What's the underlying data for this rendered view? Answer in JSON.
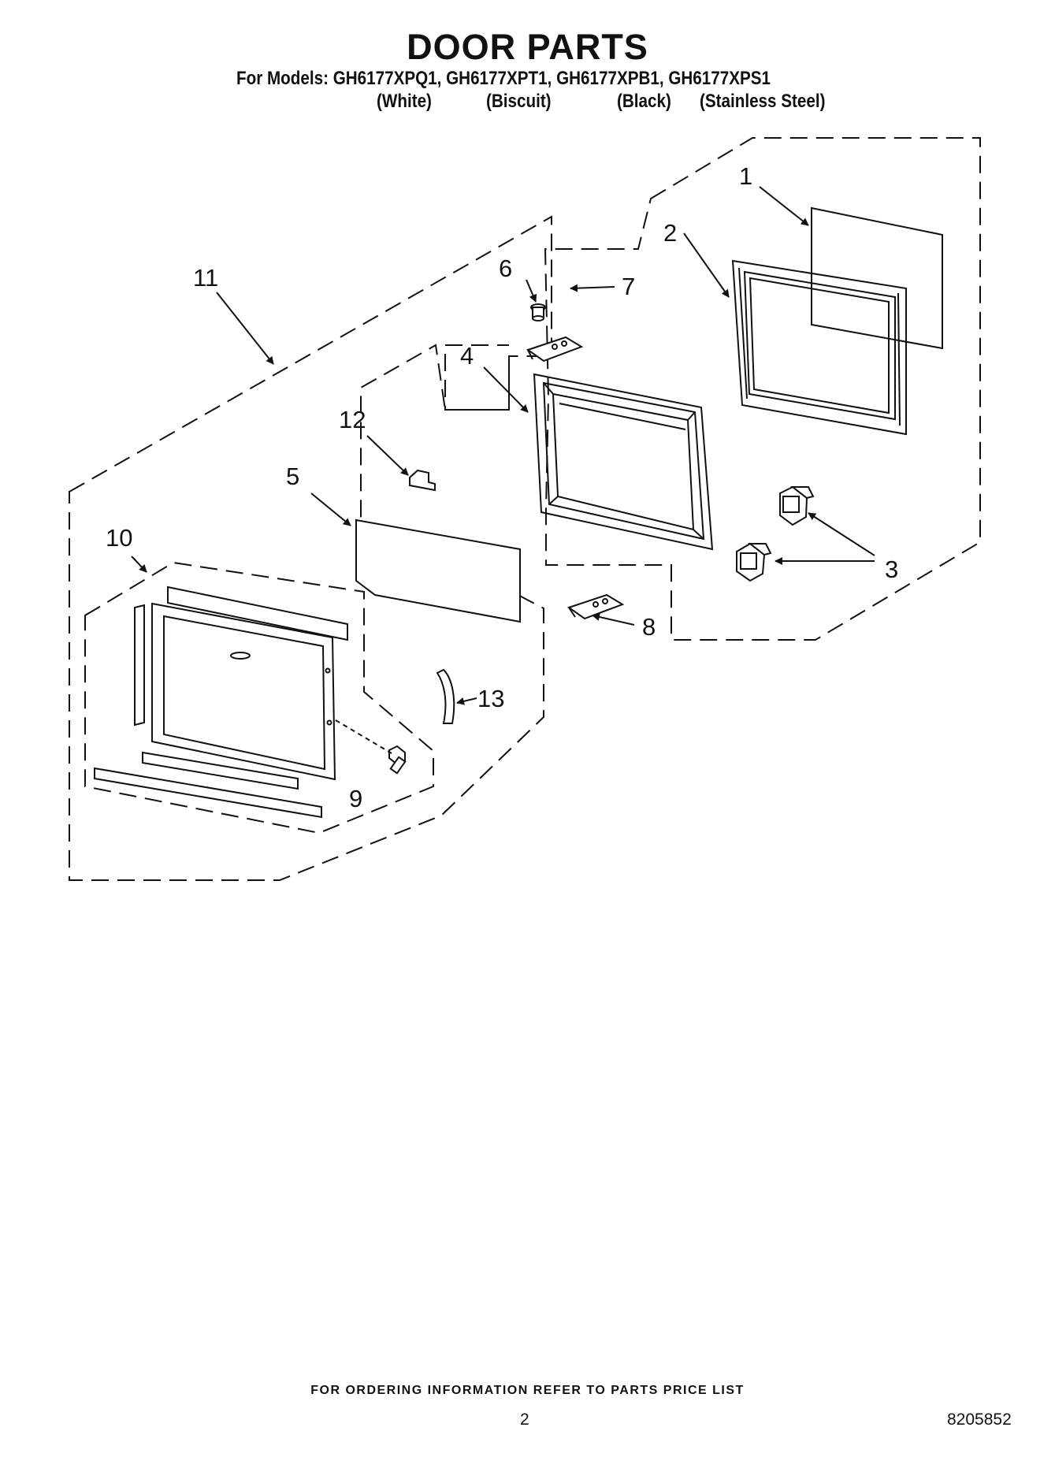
{
  "title": "DOOR PARTS",
  "models_line": "For Models: GH6177XPQ1, GH6177XPT1, GH6177XPB1, GH6177XPS1",
  "colors": [
    "(White)",
    "(Biscuit)",
    "(Black)",
    "(Stainless Steel)"
  ],
  "callouts": {
    "c1": "1",
    "c2": "2",
    "c3": "3",
    "c4": "4",
    "c5": "5",
    "c6": "6",
    "c7": "7",
    "c8": "8",
    "c9": "9",
    "c10": "10",
    "c11": "11",
    "c12": "12",
    "c13": "13"
  },
  "footer": {
    "ordering_note": "FOR ORDERING INFORMATION REFER TO PARTS PRICE LIST",
    "page_number": "2",
    "document_number": "8205852"
  }
}
